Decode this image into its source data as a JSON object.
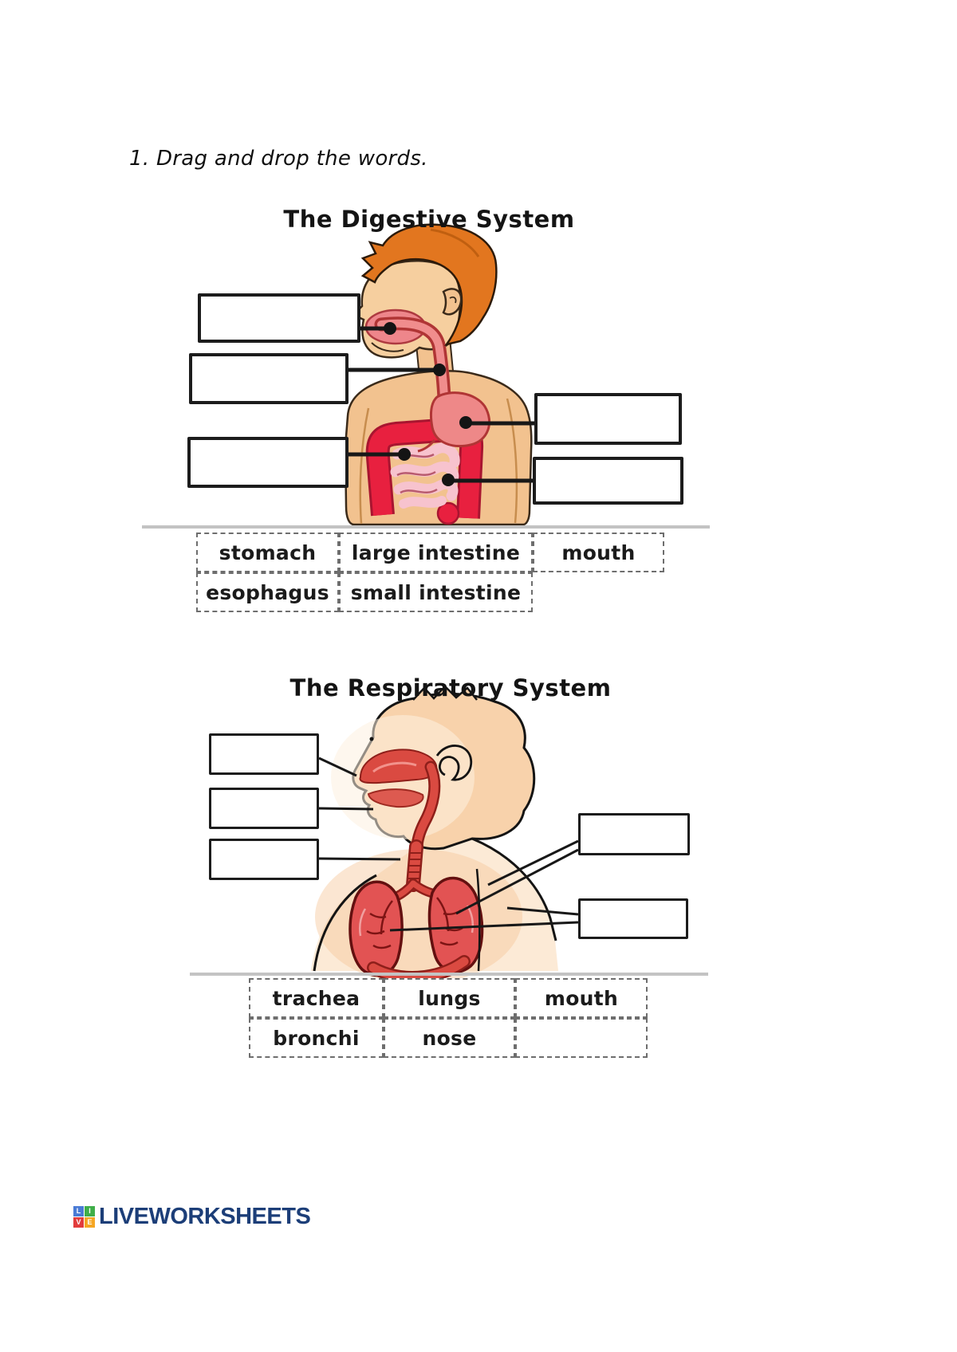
{
  "instruction": "1. Drag and drop the words.",
  "digestive": {
    "title": "The Digestive System",
    "words": [
      "stomach",
      "large intestine",
      "mouth",
      "esophagus",
      "small intestine"
    ]
  },
  "respiratory": {
    "title": "The Respiratory System",
    "words": [
      "trachea",
      "lungs",
      "mouth",
      "bronchi",
      "nose",
      ""
    ]
  },
  "footer": {
    "brand": "LIVEWORKSHEETS",
    "icon_letters": [
      "L",
      "I",
      "V",
      "E"
    ]
  },
  "colors": {
    "brand_navy": "#1c3e78",
    "icon_blue": "#4a7bd5",
    "icon_green": "#3fae49",
    "icon_red": "#e23c3c",
    "icon_yellow": "#f5a623",
    "skin": "#f2c28f",
    "hair_orange": "#e2761f",
    "intestine_red": "#e8203f",
    "organ_pink": "#ee8888",
    "lung_red": "#e25353",
    "separator_gray": "#c3c3c3"
  }
}
